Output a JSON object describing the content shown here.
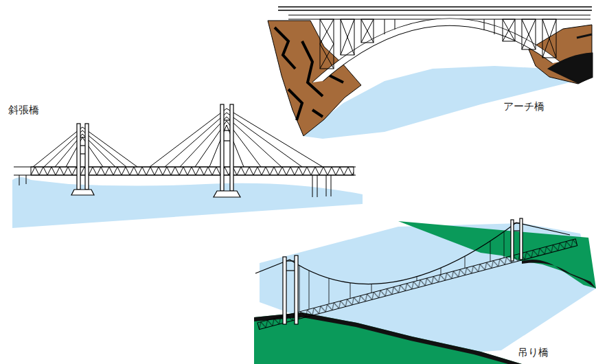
{
  "diagram": {
    "labels": [
      "斜張橋",
      "アーチ橋",
      "吊り橋"
    ]
  }
}
